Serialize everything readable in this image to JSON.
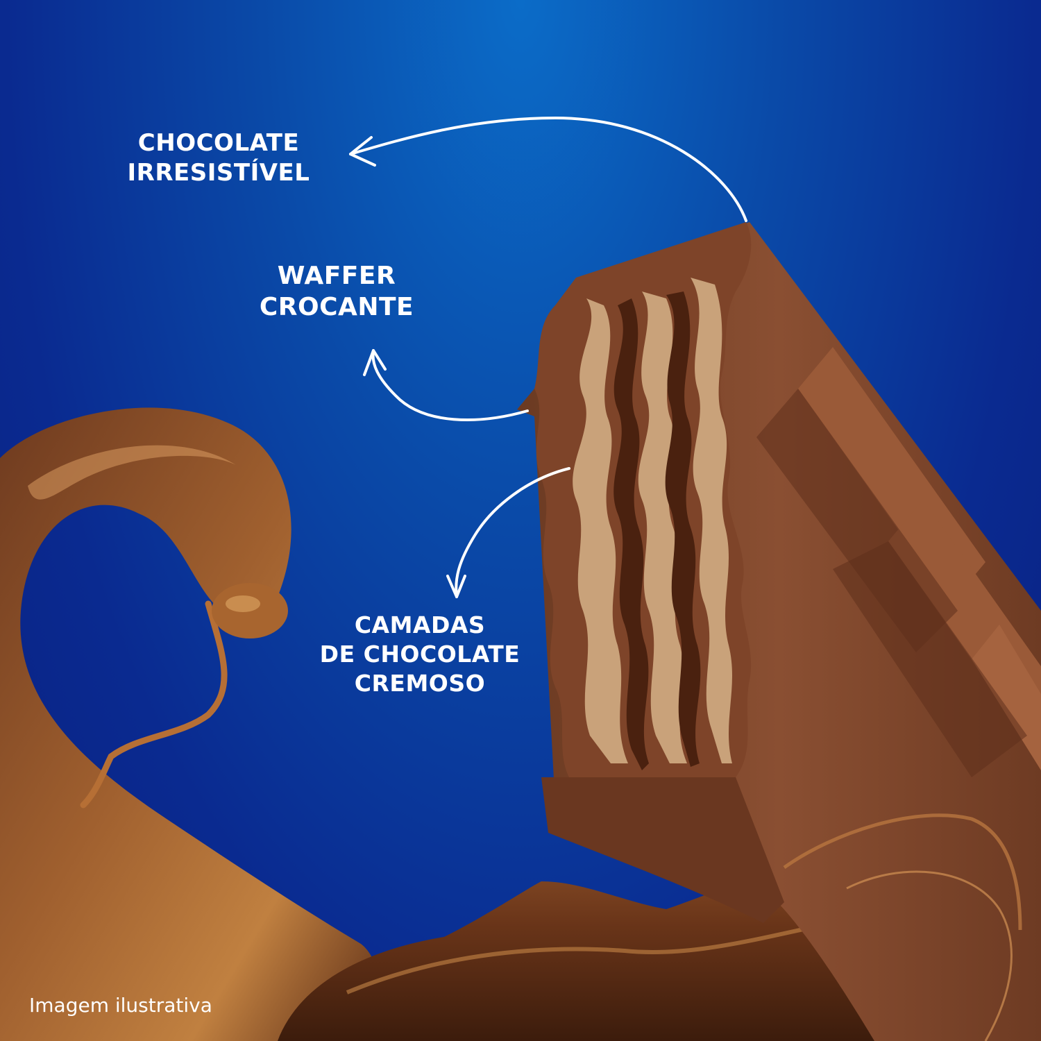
{
  "callouts": {
    "chocolate": {
      "line1": "CHOCOLATE",
      "line2": "IRRESISTÍVEL"
    },
    "waffer": {
      "line1": "WAFFER",
      "line2": "CROCANTE"
    },
    "camadas": {
      "line1": "CAMADAS",
      "line2": "DE CHOCOLATE",
      "line3": "CREMOSO"
    }
  },
  "disclaimer": "Imagem ilustrativa",
  "colors": {
    "background_top": "#0b6cc8",
    "background_bottom": "#0a2080",
    "chocolate": "#7a4127",
    "wafer": "#c9a27a",
    "text": "#ffffff"
  }
}
